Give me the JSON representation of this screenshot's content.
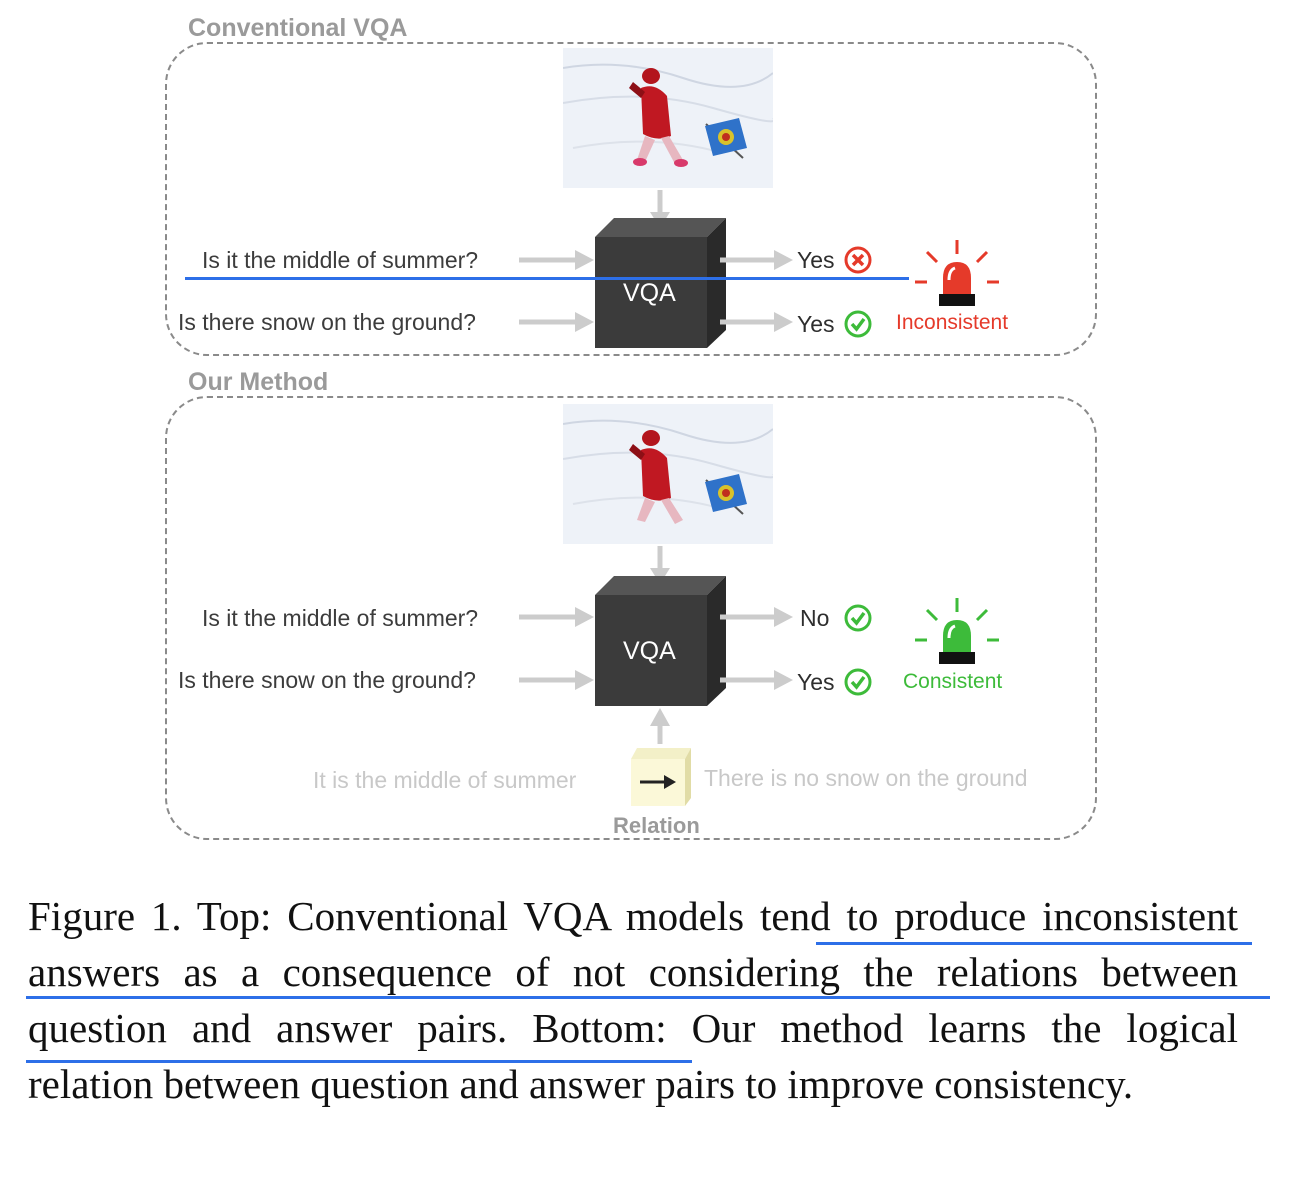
{
  "top": {
    "title": "Conventional VQA",
    "model_label": "VQA",
    "questions": [
      "Is it the middle of summer?",
      "Is there snow on the ground?"
    ],
    "answers": [
      "Yes",
      "Yes"
    ],
    "answer_marks": [
      "cross-icon",
      "check-icon"
    ],
    "status": "Inconsistent",
    "status_color": "#e53a2a",
    "alarm_icon": "siren-red-icon"
  },
  "bottom": {
    "title": "Our Method",
    "model_label": "VQA",
    "questions": [
      "Is it the middle of summer?",
      "Is there snow on the ground?"
    ],
    "answers": [
      "No",
      "Yes"
    ],
    "answer_marks": [
      "check-icon",
      "check-icon"
    ],
    "status": "Consistent",
    "status_color": "#3dbb3a",
    "alarm_icon": "siren-green-icon",
    "relation": {
      "premise": "It is the middle of summer",
      "hypothesis": "There is no snow on the ground",
      "label": "Relation",
      "icon": "arrow-right-icon"
    }
  },
  "caption": {
    "part1": "Figure 1. Top: Conventional VQA models ",
    "highlight": "tend to produce inconsistent answers as a consequence of not considering the relations between question and answer pairs.",
    "part2": " Bottom: Our method learns the logical relation between question and answer pairs to improve consistency."
  },
  "colors": {
    "underline": "#2d6fe8",
    "arrow": "#cccccc",
    "box": "#3b3b3b"
  }
}
